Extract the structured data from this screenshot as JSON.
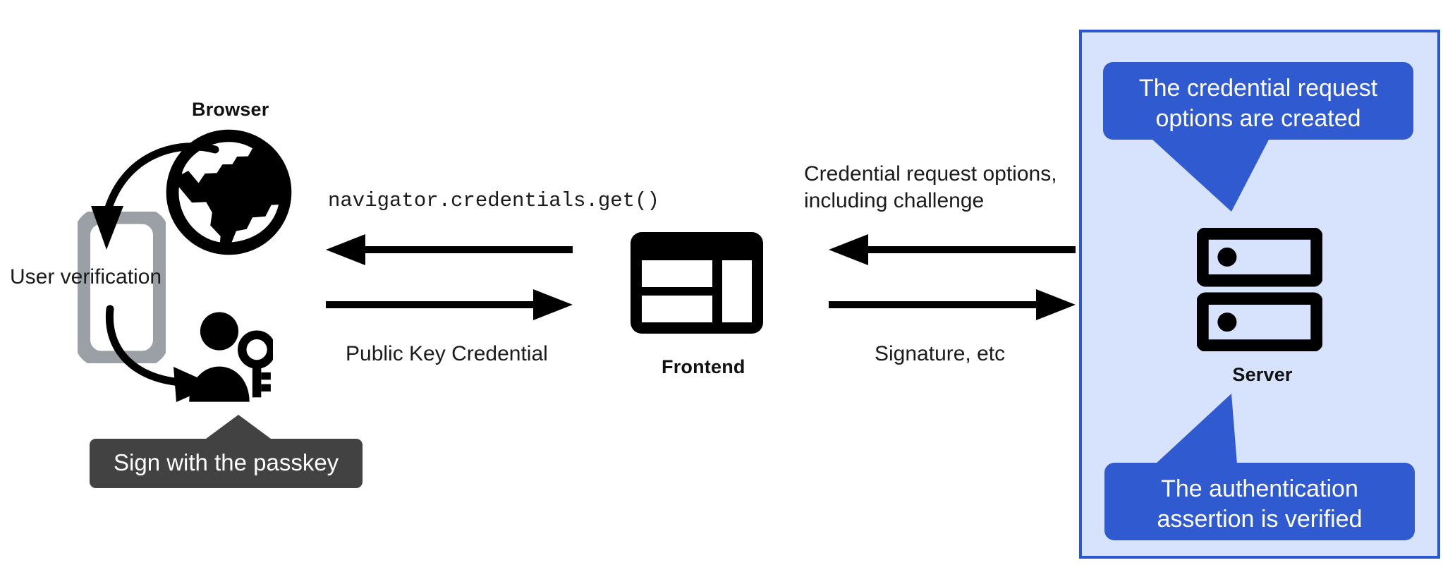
{
  "diagram": {
    "title": "WebAuthn passkey authentication flow",
    "colors": {
      "panel_fill": "#d7e3fc",
      "panel_border": "#2a56d0",
      "callout_blue": "#2f5ad0",
      "badge_dark": "#424242",
      "ink": "#111111",
      "phone_gray": "#9aa0a6"
    }
  },
  "left": {
    "browser_label": "Browser",
    "user_verification_label": "User verification",
    "sign_badge_label": "Sign with the passkey"
  },
  "center": {
    "frontend_label": "Frontend",
    "arrow_top_label": "navigator.credentials.get()",
    "arrow_bottom_label": "Public Key Credential"
  },
  "right_arrows": {
    "arrow_top_label_line1": "Credential request options,",
    "arrow_top_label_line2": "including challenge",
    "arrow_bottom_label": "Signature, etc"
  },
  "server_panel": {
    "server_label": "Server",
    "callout_top_line1": "The credential request",
    "callout_top_line2": "options are created",
    "callout_bottom_line1": "The authentication",
    "callout_bottom_line2": "assertion is verified"
  },
  "icons": {
    "globe": "globe-icon",
    "phone": "phone-icon",
    "person_key": "person-with-key-icon",
    "frontend_window": "browser-window-icon",
    "server": "server-rack-icon",
    "arrow_left": "arrow-left-icon",
    "arrow_right": "arrow-right-icon",
    "curved_arrow_down": "curved-arrow-icon"
  }
}
